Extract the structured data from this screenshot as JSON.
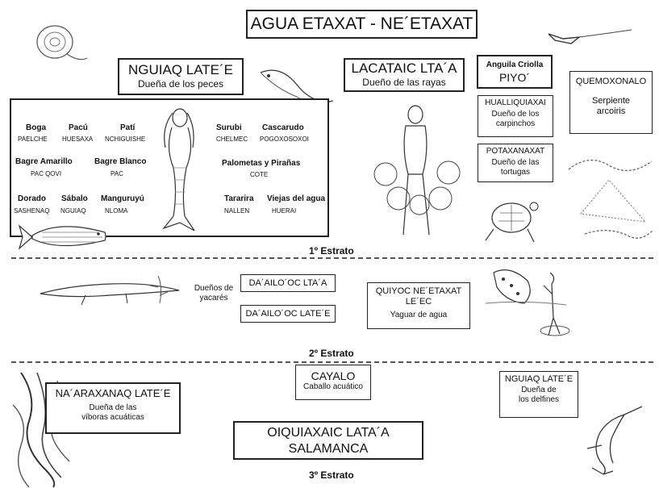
{
  "title": "AGUA ETAXAT - NE´ETAXAT",
  "nguiaq": {
    "name": "NGUIAQ LATE´E",
    "subtitle": "Dueña de los peces"
  },
  "lacataic": {
    "name": "LACATAIC LTA´A",
    "subtitle": "Dueño de las rayas"
  },
  "anguila": {
    "name": "Anguila Criolla",
    "local": "PIYO´"
  },
  "quemoxonalo": {
    "name": "QUEMOXONALO",
    "desc": "Serpiente arcoiris"
  },
  "hualliquiaxai": {
    "name": "HUALLIQUIAXAI",
    "desc": "Dueño de los carpinchos"
  },
  "potaxanaxat": {
    "name": "POTAXANAXAT",
    "desc": "Dueño de las tortugas"
  },
  "fishes": [
    {
      "name": "Boga",
      "local": "PAELCHE"
    },
    {
      "name": "Pacú",
      "local": "HUESAXA"
    },
    {
      "name": "Patí",
      "local": "NCHIGUISHE"
    },
    {
      "name": "Surubi",
      "local": "CHELMEC"
    },
    {
      "name": "Cascarudo",
      "local": "POGOXOSOXOI"
    },
    {
      "name": "Bagre Amarillo",
      "local": "PAC QOVI"
    },
    {
      "name": "Bagre Blanco",
      "local": "PAC"
    },
    {
      "name": "Palometas y Pirañas",
      "local": "COTE"
    },
    {
      "name": "Dorado",
      "local": "SASHENAQ"
    },
    {
      "name": "Sábalo",
      "local": "NGUIAQ"
    },
    {
      "name": "Manguruyú",
      "local": "NLOMA"
    },
    {
      "name": "Tararira",
      "local": "NALLEN"
    },
    {
      "name": "Viejas del agua",
      "local": "HUERAI"
    }
  ],
  "estratos": [
    "1º Estrato",
    "2º Estrato",
    "3º Estrato"
  ],
  "duenos_yacares": "Dueños de yacarés",
  "dailooc_lta": "DA´AILO´OC LTA´A",
  "dailooc_late": "DA´AILO´OC LATE´E",
  "quiyoc": {
    "name": "QUIYOC NE´ETAXAT LE´EC",
    "desc": "Yaguar de agua"
  },
  "naraxanaq": {
    "name": "NA´ARAXANAQ LATE´E",
    "desc": "Dueña de las víboras acuáticas"
  },
  "cayalo": {
    "name": "CAYALO",
    "desc": "Caballo acuático"
  },
  "nguiaq2": {
    "name": "NGUIAQ LATE´E",
    "desc": "Dueña de los delfines"
  },
  "oiquiaxaic": {
    "name": "OIQUIAXAIC LATA´A SALAMANCA"
  }
}
